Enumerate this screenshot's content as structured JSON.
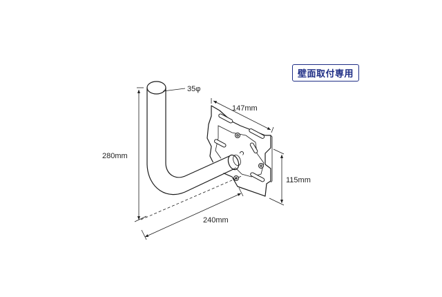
{
  "badge": {
    "label": "壁面取付専用"
  },
  "dimensions": {
    "pipe_diameter": "35φ",
    "height": "280mm",
    "plate_width": "147mm",
    "plate_height": "115mm",
    "arm_length": "240mm"
  },
  "colors": {
    "badge_border": "#1d2c84",
    "badge_text": "#1d2c84",
    "line": "#1a1a1a",
    "plate_fill": "#cfcfcf"
  }
}
